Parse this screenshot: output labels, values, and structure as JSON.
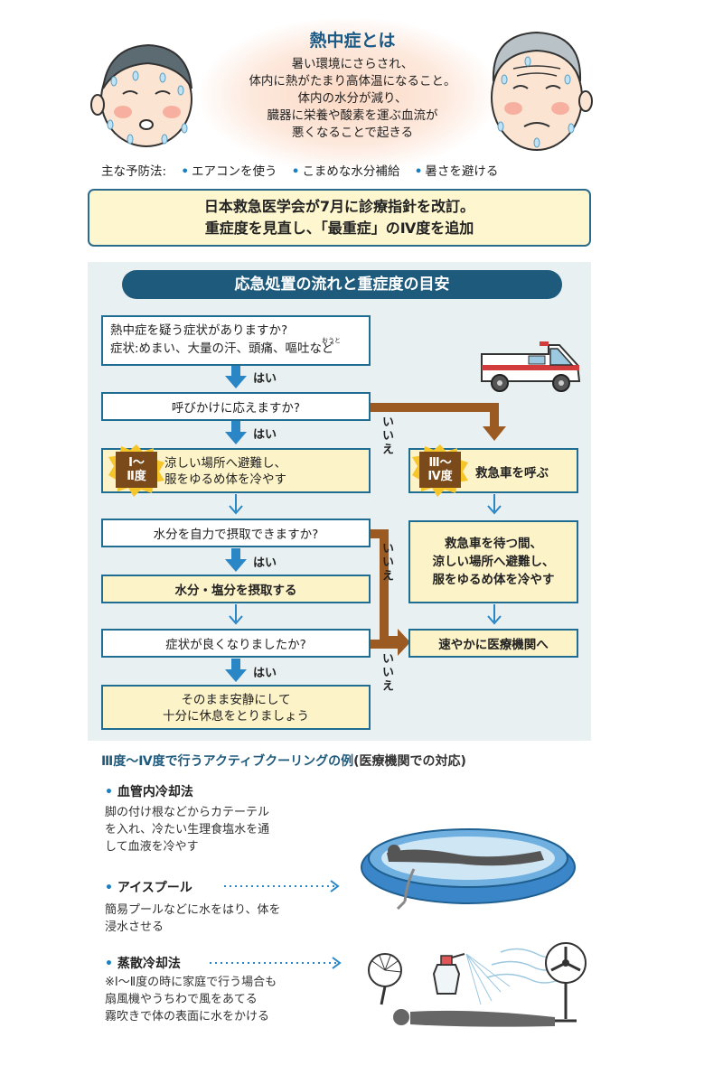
{
  "intro": {
    "title": "熱中症とは",
    "lines": [
      "暑い環境にさらされ、",
      "体内に熱がたまり高体温になること。",
      "体内の水分が減り、",
      "臓器に栄養や酸素を運ぶ血流が",
      "悪くなることで起きる"
    ]
  },
  "prevention": {
    "label": "主な予防法:",
    "items": [
      "エアコンを使う",
      "こまめな水分補給",
      "暑さを避ける"
    ]
  },
  "news": {
    "lines": [
      "日本救急医学会が7月に診療指針を改訂。",
      "重症度を見直し、「最重症」のⅣ度を追加"
    ]
  },
  "flow": {
    "title": "応急処置の流れと重症度の目安",
    "q1": {
      "line1": "熱中症を疑う症状がありますか?",
      "line2": "症状:めまい、大量の汗、頭痛、嘔吐など",
      "ruby": "おうと"
    },
    "q2": "呼びかけに応えますか?",
    "badge1": "Ⅰ〜\nⅡ度",
    "action1": {
      "line1": "涼しい場所へ避難し、",
      "line2": "服をゆるめ体を冷やす"
    },
    "q3": "水分を自力で摂取できますか?",
    "action2": "水分・塩分を摂取する",
    "q4": "症状が良くなりましたか?",
    "end": {
      "line1": "そのまま安静にして",
      "line2": "十分に休息をとりましょう"
    },
    "badge2": "Ⅲ〜\nⅣ度",
    "call": "救急車を呼ぶ",
    "wait": {
      "line1": "救急車を待つ間、",
      "line2": "涼しい場所へ避難し、",
      "line3": "服をゆるめ体を冷やす"
    },
    "hospital": "速やかに医療機関へ",
    "yes": "はい",
    "no": "いいえ"
  },
  "cooling": {
    "title": "Ⅲ度〜Ⅳ度で行うアクティブクーリングの例",
    "subtitle": "(医療機関での対応)",
    "methods": [
      {
        "name": "血管内冷却法",
        "desc": [
          "脚の付け根などからカテーテル",
          "を入れ、冷たい生理食塩水を通",
          "して血液を冷やす"
        ]
      },
      {
        "name": "アイスプール",
        "desc": [
          "簡易プールなどに水をはり、体を",
          "浸水させる"
        ]
      },
      {
        "name": "蒸散冷却法",
        "desc": [
          "※Ⅰ〜Ⅱ度の時に家庭で行う場合も",
          "扇風機やうちわで風をあてる",
          "霧吹きで体の表面に水をかける"
        ]
      }
    ]
  },
  "colors": {
    "frame_blue": "#1f6d93",
    "arrow_blue": "#2a86c4",
    "arrow_brown": "#9a5a22",
    "badge_brown": "#7a4a1a",
    "panel_bg": "#e9f0f1",
    "highlight": "#fdf3c9"
  },
  "icons": [
    "sweating-boy-icon",
    "sweating-elder-icon",
    "ambulance-icon",
    "ice-pool-icon",
    "fan-icon",
    "spray-bottle-icon",
    "hand-fan-icon",
    "lying-person-icon"
  ]
}
